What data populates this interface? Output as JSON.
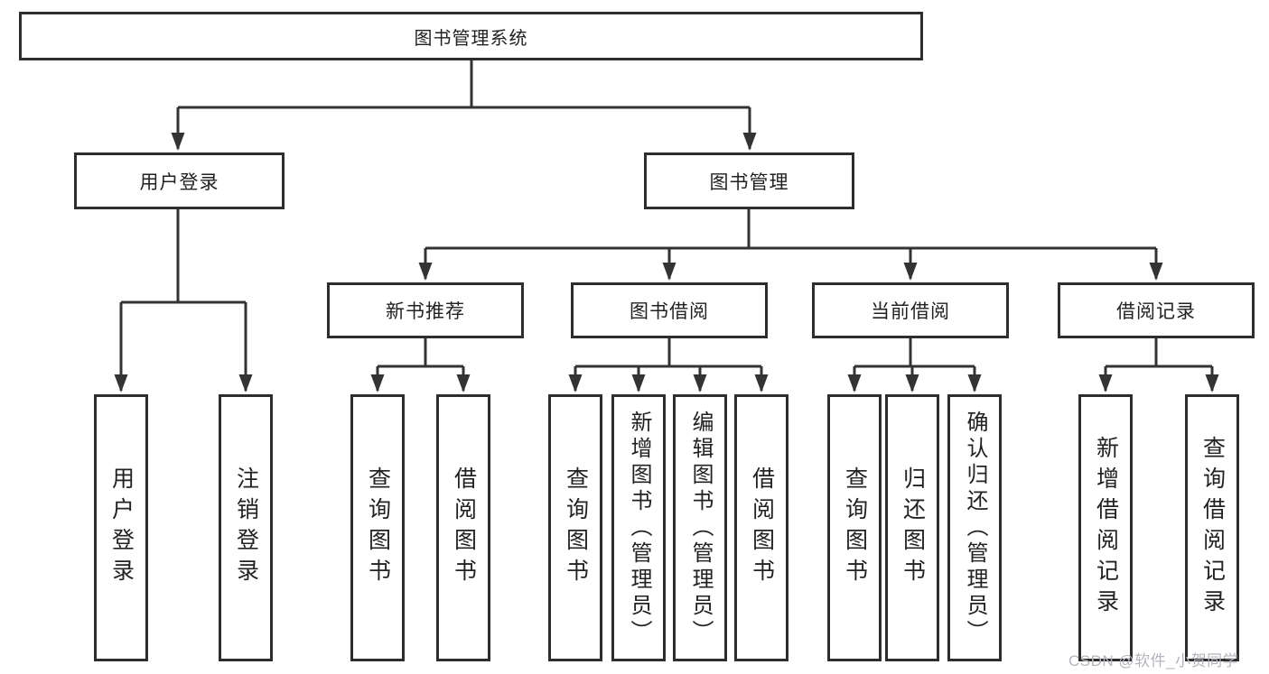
{
  "diagram_title": "图书管理系统",
  "tree": {
    "label": "图书管理系统",
    "children": [
      {
        "label": "用户登录",
        "children": [
          {
            "label": "用户登录"
          },
          {
            "label": "注销登录"
          }
        ]
      },
      {
        "label": "图书管理",
        "children": [
          {
            "label": "新书推荐",
            "children": [
              {
                "label": "查询图书"
              },
              {
                "label": "借阅图书"
              }
            ]
          },
          {
            "label": "图书借阅",
            "children": [
              {
                "label": "查询图书"
              },
              {
                "label": "新增图书（管理员）"
              },
              {
                "label": "编辑图书（管理员）"
              },
              {
                "label": "借阅图书"
              }
            ]
          },
          {
            "label": "当前借阅",
            "children": [
              {
                "label": "查询图书"
              },
              {
                "label": "归还图书"
              },
              {
                "label": "确认归还（管理员）"
              }
            ]
          },
          {
            "label": "借阅记录",
            "children": [
              {
                "label": "新增借阅记录"
              },
              {
                "label": "查询借阅记录"
              }
            ]
          }
        ]
      }
    ]
  },
  "watermark": "CSDN @软件_小贺同学",
  "colors": {
    "line": "#333333",
    "box_border": "#2d2d2d",
    "text": "#222222",
    "background": "#ffffff",
    "watermark_text": "#b4b4bc"
  }
}
